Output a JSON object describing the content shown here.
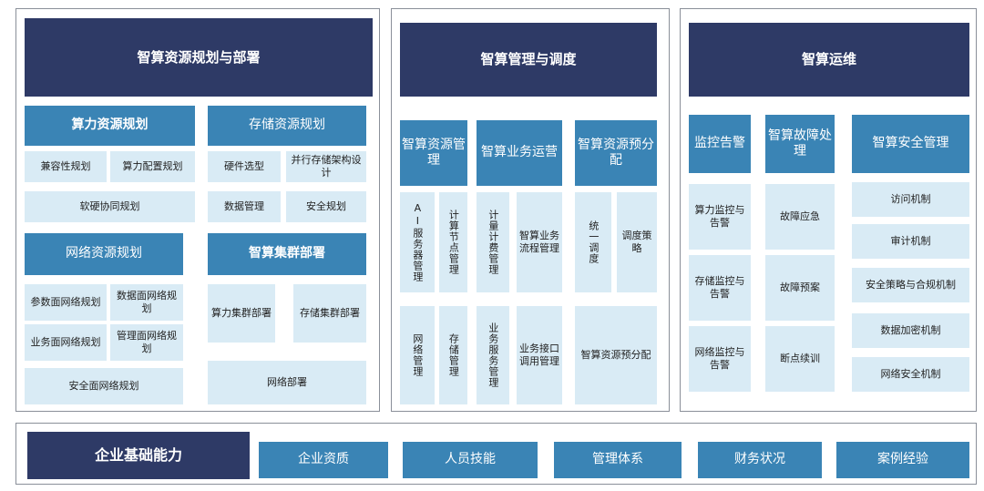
{
  "panel1": {
    "title": "智算资源规划与部署",
    "compute": {
      "title": "算力资源规划",
      "items": [
        "兼容性规划",
        "算力配置规划",
        "软硬协同规划"
      ]
    },
    "storage": {
      "title": "存储资源规划",
      "items": [
        "硬件选型",
        "并行存储架构设计",
        "数据管理",
        "安全规划"
      ]
    },
    "network": {
      "title": "网络资源规划",
      "items": [
        "参数面网络规划",
        "数据面网络规划",
        "业务面网络规划",
        "管理面网络规划",
        "安全面网络规划"
      ]
    },
    "cluster": {
      "title": "智算集群部署",
      "items": [
        "算力集群部署",
        "存储集群部署",
        "网络部署"
      ]
    }
  },
  "panel2": {
    "title": "智算管理与调度",
    "resource": {
      "title": "智算资源管理",
      "items": [
        "AI服务器管理",
        "计算节点管理",
        "网络管理",
        "存储管理"
      ]
    },
    "business": {
      "title": "智算业务运营",
      "items": [
        "计量计费管理",
        "智算业务流程管理",
        "业务服务管理",
        "业务接口调用管理"
      ]
    },
    "prealloc": {
      "title": "智算资源预分配",
      "items": [
        "统一调度",
        "调度策略",
        "智算资源预分配"
      ]
    }
  },
  "panel3": {
    "title": "智算运维",
    "monitor": {
      "title": "监控告警",
      "items": [
        "算力监控与告警",
        "存储监控与告警",
        "网络监控与告警"
      ]
    },
    "fault": {
      "title": "智算故障处理",
      "items": [
        "故障应急",
        "故障预案",
        "断点续训"
      ]
    },
    "security": {
      "title": "智算安全管理",
      "items": [
        "访问机制",
        "审计机制",
        "安全策略与合规机制",
        "数据加密机制",
        "网络安全机制"
      ]
    }
  },
  "bottom": {
    "title": "企业基础能力",
    "items": [
      "企业资质",
      "人员技能",
      "管理体系",
      "财务状况",
      "案例经验"
    ]
  },
  "colors": {
    "navy": "#2e3a66",
    "blue": "#3a84b5",
    "light": "#d9ebf5",
    "border": "#8a8f99"
  }
}
